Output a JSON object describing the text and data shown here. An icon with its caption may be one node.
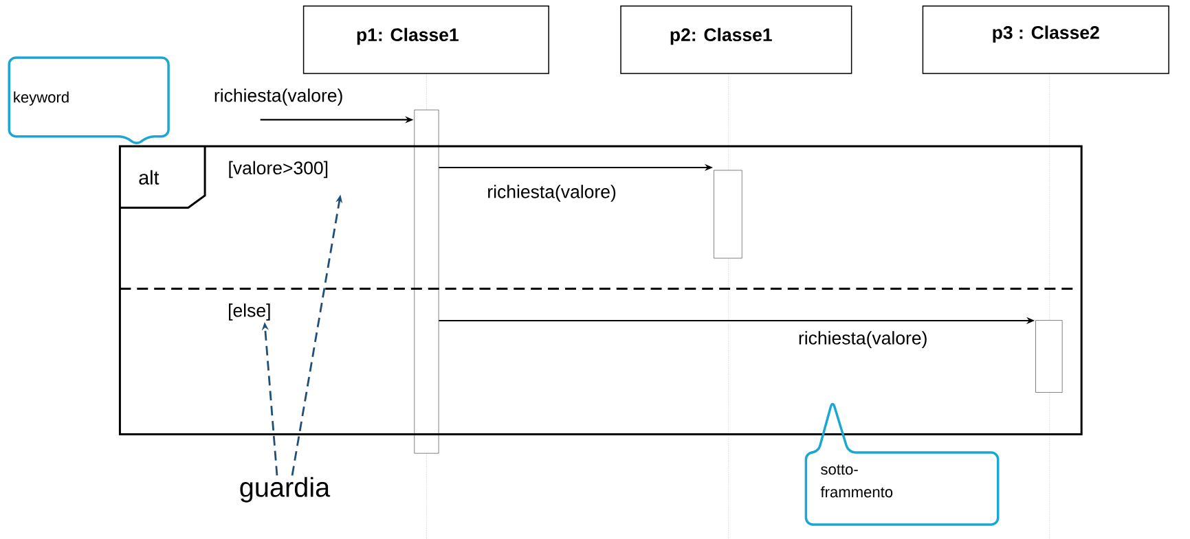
{
  "diagram": {
    "nodes": [
      {
        "text": [
          "p1: Classe1"
        ]
      },
      {
        "text": [
          "p2: Classe1"
        ]
      },
      {
        "text": [
          "p3 : Classe2"
        ]
      },
      {
        "text": [
          "keyword"
        ]
      },
      {
        "text": [],
        "shape": "bar"
      },
      {
        "text": [
          "alt"
        ]
      },
      {
        "text": [
          "[valore>300]"
        ],
        "in": 5
      },
      {
        "text": [],
        "shape": "bar",
        "in": 5
      },
      {
        "text": [
          "[else]"
        ],
        "in": 5
      },
      {
        "text": [],
        "shape": "bar",
        "in": 5
      },
      {
        "text": [
          "guardia"
        ]
      },
      {
        "text": [
          "sotto- frammento"
        ]
      }
    ],
    "edges": [
      {
        "from": null,
        "to": 4,
        "arrow": "to",
        "label": "richiesta(valore)"
      },
      {
        "from": 4,
        "to": 7,
        "arrow": "to",
        "label": "richiesta(valore)"
      },
      {
        "from": 4,
        "to": 9,
        "arrow": "to",
        "label": "richiesta(valore)"
      },
      {
        "from": 10,
        "to": 8,
        "arrow": "to",
        "style": "dashed",
        "color": "#1f4e79"
      },
      {
        "from": 10,
        "to": 6,
        "arrow": "to",
        "style": "dashed",
        "color": "#1f4e79"
      }
    ]
  }
}
